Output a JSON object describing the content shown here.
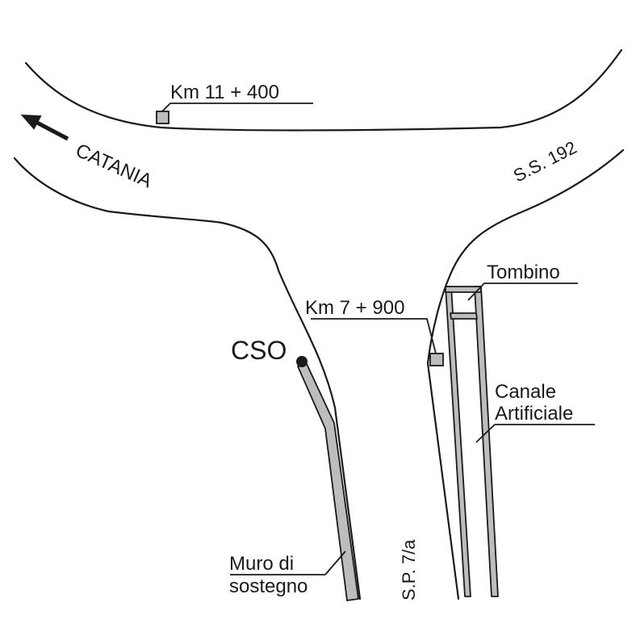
{
  "roads": {
    "ss192_label": "S.S. 192",
    "sp7a_label": "S.P. 7/a",
    "direction_label": "CATANIA"
  },
  "markers": {
    "km_north": "Km 11 + 400",
    "km_south": "Km 7 + 900",
    "cso": "CSO"
  },
  "features": {
    "tombino": "Tombino",
    "canale_line1": "Canale",
    "canale_line2": "Artificiale",
    "muro_line1": "Muro di",
    "muro_line2": "sostegno"
  },
  "colors": {
    "line": "#1a1a1a",
    "fill": "#bdbdbd",
    "background": "#ffffff"
  }
}
